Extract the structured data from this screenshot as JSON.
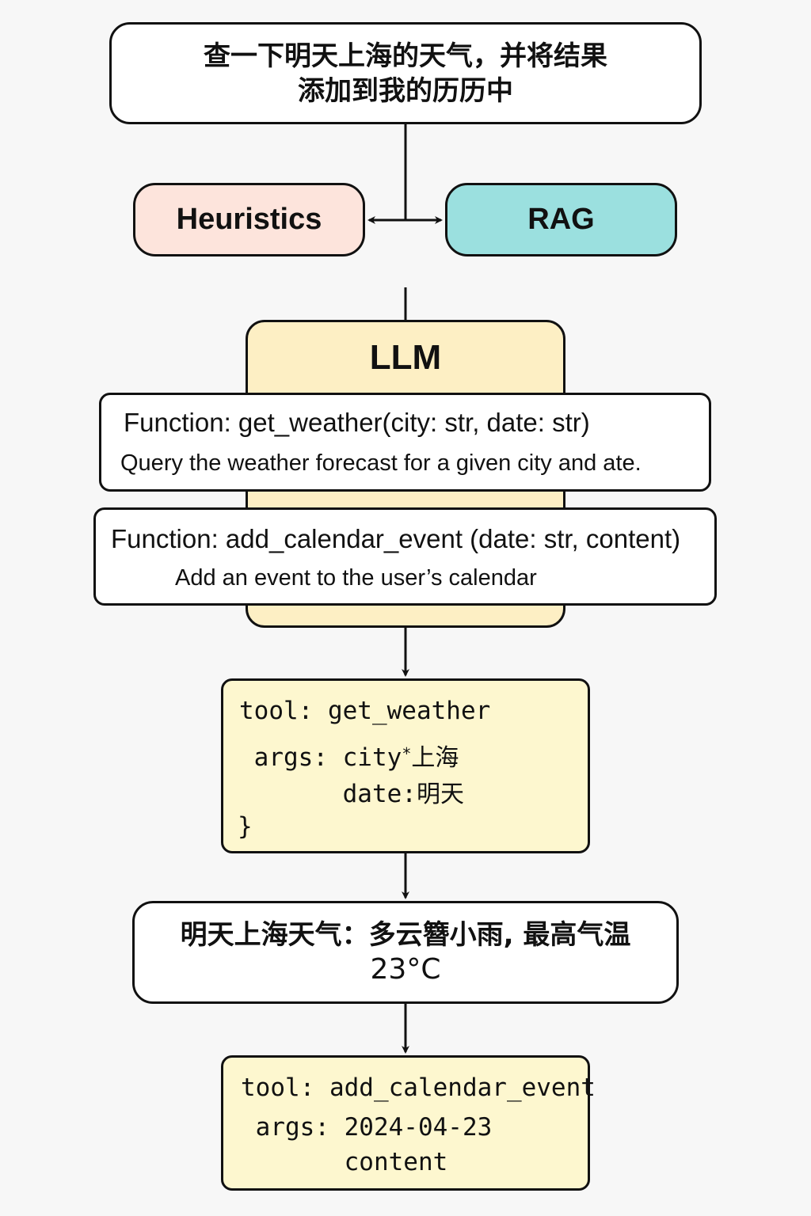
{
  "query": {
    "line1": "查一下明天上海的天气，并将结果",
    "line2": "添加到我的历历中"
  },
  "context_sources": [
    {
      "label": "Heuristics",
      "color": "#fde4dc"
    },
    {
      "label": "RAG",
      "color": "#9be0df"
    }
  ],
  "llm": {
    "label": "LLM",
    "color": "#fdefc4",
    "functions": [
      {
        "signature": "Function: get_weather(city: str, date: str)",
        "description": "Query the weather forecast for a given city and ate."
      },
      {
        "signature": "Function: add_calendar_event (date: str, content)",
        "description": "Add an event to the user’s calendar"
      }
    ]
  },
  "tool_call_1": {
    "tool_line": "tool: get_weather",
    "args_line": " args: city",
    "city_value": "上海",
    "date_line": "       date:",
    "date_value": "明天",
    "closing": "}"
  },
  "weather_result": {
    "line1": "明天上海天气：多云簪小雨, 最高气温",
    "line2": "23°C"
  },
  "tool_call_2": {
    "tool_line": "tool: add_calendar_event",
    "args_line": " args: 2024-04-23",
    "content_line": "       content"
  }
}
